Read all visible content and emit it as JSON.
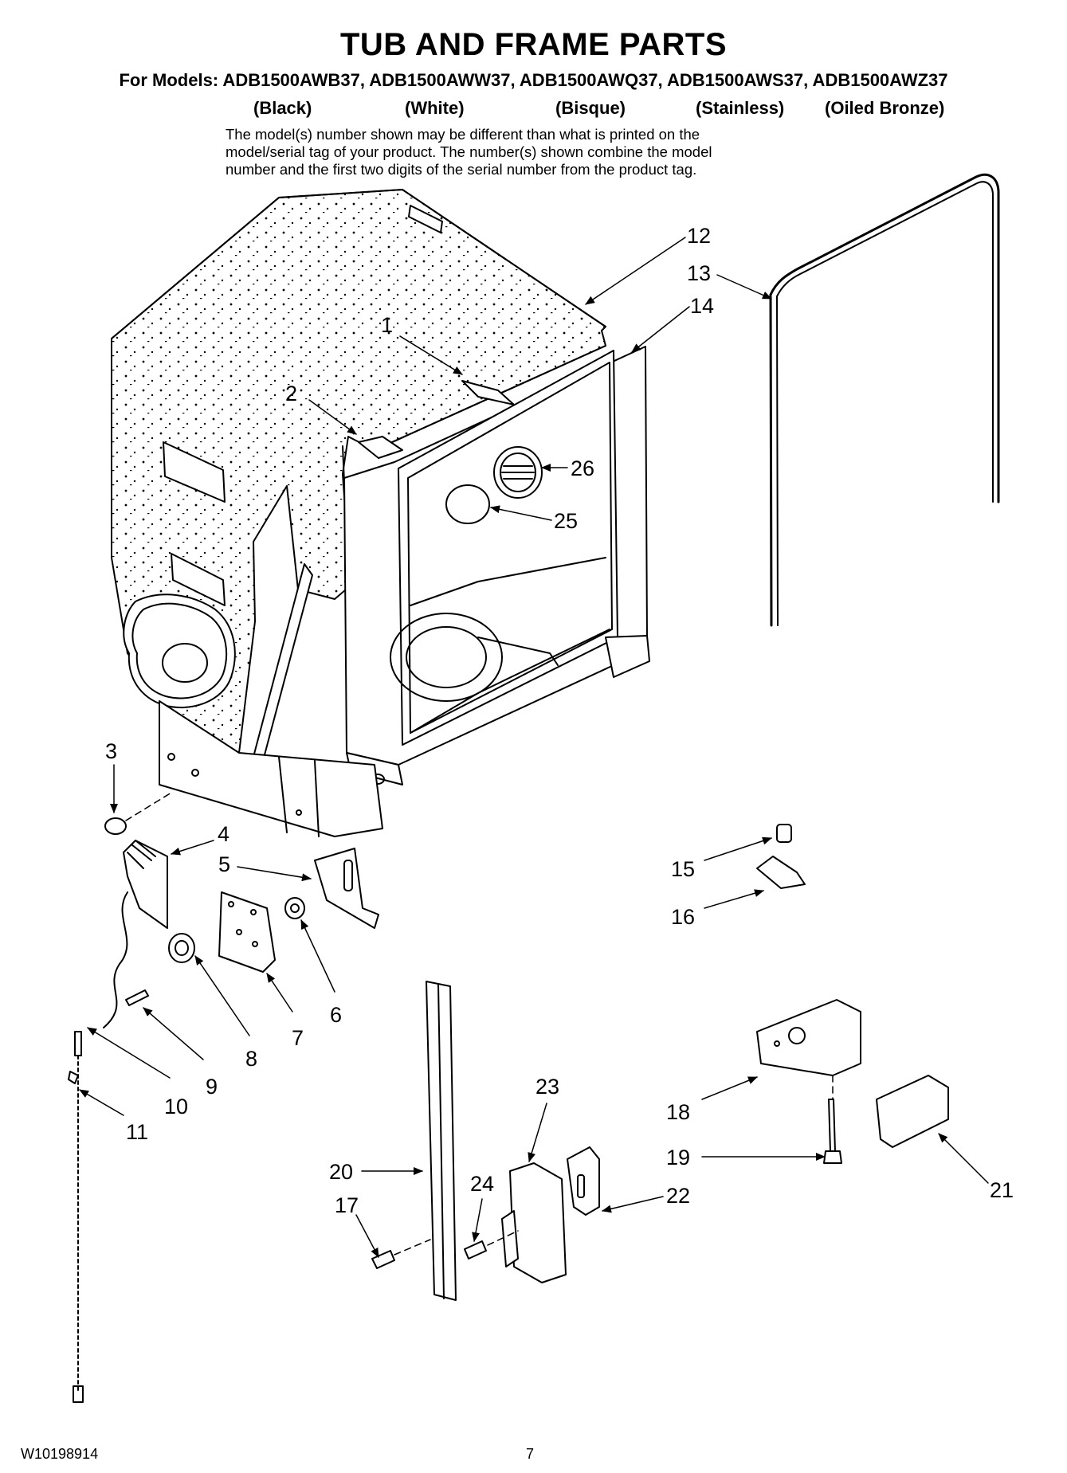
{
  "header": {
    "title": "TUB AND FRAME PARTS",
    "models_line": "For Models: ADB1500AWB37, ADB1500AWW37, ADB1500AWQ37, ADB1500AWS37, ADB1500AWZ37",
    "colors": [
      "(Black)",
      "(White)",
      "(Bisque)",
      "(Stainless)",
      "(Oiled Bronze)"
    ],
    "note_lines": [
      "The model(s) number shown may be different than what is printed on the",
      "model/serial tag of your product. The number(s) shown combine the model",
      "number and the first two digits of the serial number from the product tag."
    ]
  },
  "callouts": [
    "1",
    "2",
    "3",
    "4",
    "5",
    "6",
    "7",
    "8",
    "9",
    "10",
    "11",
    "12",
    "13",
    "14",
    "15",
    "16",
    "17",
    "18",
    "19",
    "20",
    "21",
    "22",
    "23",
    "24",
    "25",
    "26"
  ],
  "footer": {
    "doc_number": "W10198914",
    "page_number": "7"
  }
}
